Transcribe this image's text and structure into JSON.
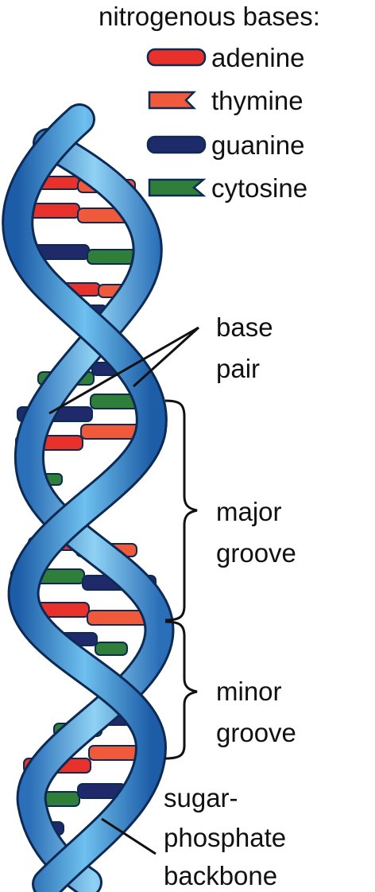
{
  "legend": {
    "title": "nitrogenous bases:",
    "items": [
      {
        "label": "adenine",
        "color": "#e8312a"
      },
      {
        "label": "thymine",
        "color": "#f05a3a"
      },
      {
        "label": "guanine",
        "color": "#1f2a6b"
      },
      {
        "label": "cytosine",
        "color": "#2f7f3a"
      }
    ]
  },
  "labels": {
    "base_pair": [
      "base",
      "pair"
    ],
    "major_groove": [
      "major",
      "groove"
    ],
    "minor_groove": [
      "minor",
      "groove"
    ],
    "backbone": [
      "sugar-",
      "phosphate",
      "backbone"
    ]
  },
  "colors": {
    "backbone_dark": "#1e5fa8",
    "backbone_light": "#5fb4e6",
    "outline": "#0d2a55"
  }
}
